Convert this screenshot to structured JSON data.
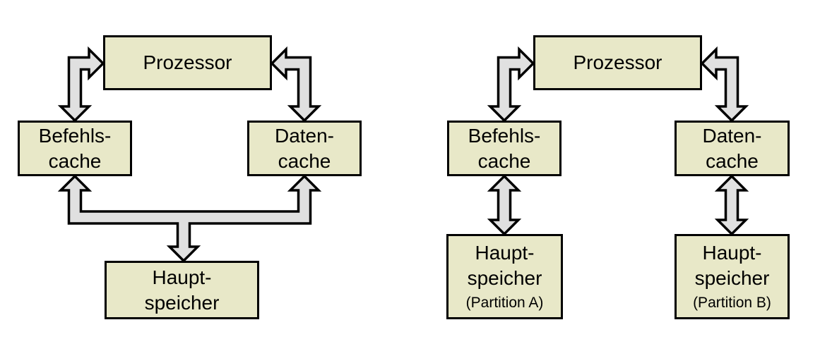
{
  "left_diagram": {
    "processor": {
      "label": "Prozessor"
    },
    "instruction_cache": {
      "line1": "Befehls-",
      "line2": "cache"
    },
    "data_cache": {
      "line1": "Daten-",
      "line2": "cache"
    },
    "main_memory": {
      "line1": "Haupt-",
      "line2": "speicher"
    }
  },
  "right_diagram": {
    "processor": {
      "label": "Prozessor"
    },
    "instruction_cache": {
      "line1": "Befehls-",
      "line2": "cache"
    },
    "data_cache": {
      "line1": "Daten-",
      "line2": "cache"
    },
    "main_memory_a": {
      "line1": "Haupt-",
      "line2": "speicher",
      "sub": "(Partition A)"
    },
    "main_memory_b": {
      "line1": "Haupt-",
      "line2": "speicher",
      "sub": "(Partition B)"
    }
  },
  "colors": {
    "background": "#ffffff",
    "box_fill": "#e8e8c8",
    "arrow_fill": "#e0e0e0",
    "outline": "#000000",
    "text": "#000000"
  }
}
